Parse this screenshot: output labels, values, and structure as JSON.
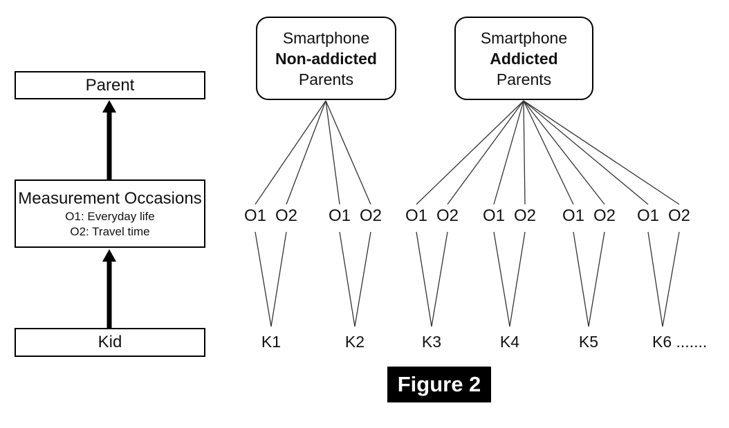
{
  "figure": {
    "caption": "Figure 2"
  },
  "left_flow": {
    "parent_label": "Parent",
    "measurement": {
      "title": "Measurement Occasions",
      "items": [
        "O1: Everyday life",
        "O2: Travel time"
      ]
    },
    "kid_label": "Kid"
  },
  "groups": {
    "non_addicted": {
      "line1": "Smartphone",
      "line2": "Non-addicted",
      "line3": "Parents"
    },
    "addicted": {
      "line1": "Smartphone",
      "line2": "Addicted",
      "line3": "Parents"
    }
  },
  "occasions": {
    "o1": "O1",
    "o2": "O2"
  },
  "kids": {
    "k1": "K1",
    "k2": "K2",
    "k3": "K3",
    "k4": "K4",
    "k5": "K5",
    "k6": "K6 ......."
  },
  "colors": {
    "line": "#333333",
    "box_border": "#000000",
    "arrow": "#000000",
    "caption_bg": "#000000",
    "caption_fg": "#ffffff",
    "background": "#ffffff"
  }
}
